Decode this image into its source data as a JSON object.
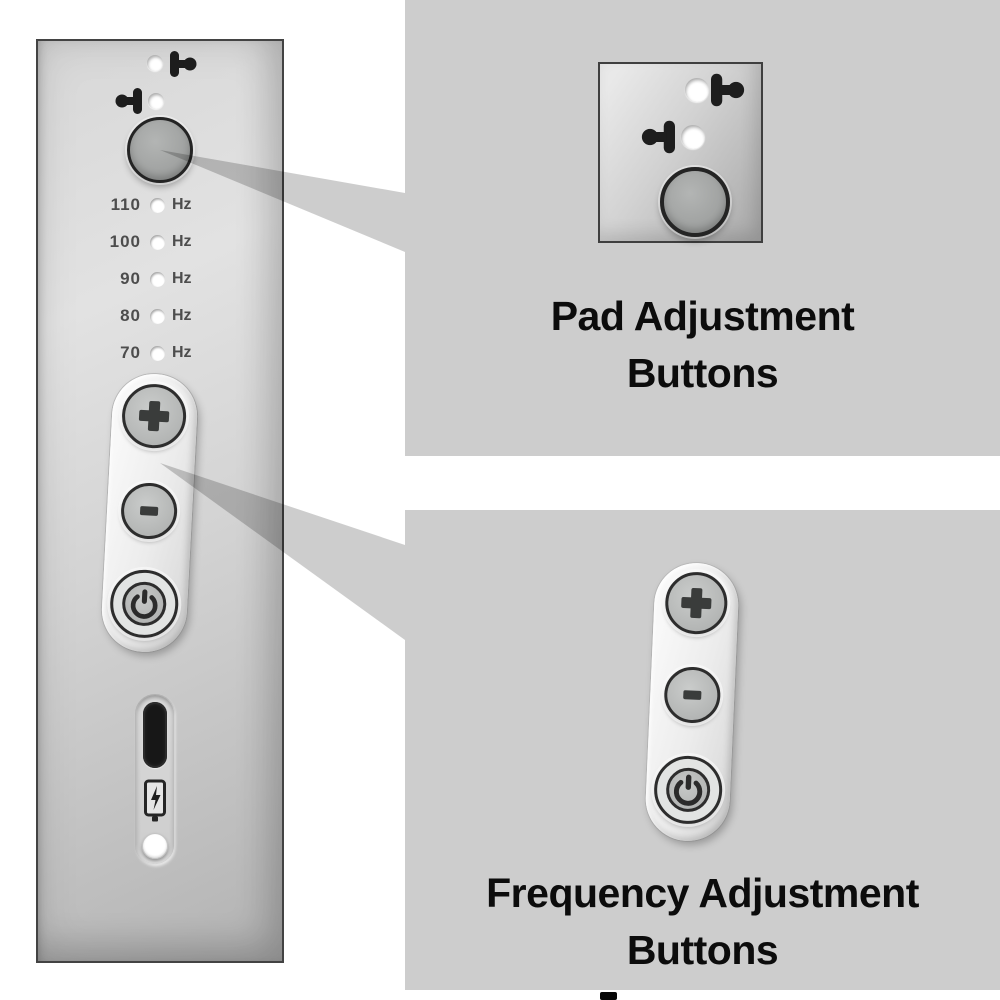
{
  "image_type": "annotated-product-diagram",
  "colors": {
    "page_bg": "#ffffff",
    "panel_bg": "#cdcdcd",
    "device_face": "#d6d6d6",
    "device_border": "#434343",
    "caption_text": "#0c0c0c",
    "frequency_label_text": "#4d4d4d",
    "button_ring": "#2d2d2d",
    "led": "#ffffff",
    "usb_port": "#171717"
  },
  "device": {
    "description": "handheld device control panel",
    "pad_indicators": [
      {
        "led": "indicator-led",
        "icon": "electrode-pad-right-icon"
      },
      {
        "icon": "electrode-pad-left-icon",
        "led": "indicator-led"
      }
    ],
    "pad_button_icon": "round-pad-button",
    "frequency_rows": [
      {
        "value": "110",
        "unit": "Hz"
      },
      {
        "value": "100",
        "unit": "Hz"
      },
      {
        "value": "90",
        "unit": "Hz"
      },
      {
        "value": "80",
        "unit": "Hz"
      },
      {
        "value": "70",
        "unit": "Hz"
      }
    ],
    "frequency_buttons": {
      "increase_icon": "plus-icon",
      "decrease_icon": "minus-icon",
      "power_icon": "power-icon"
    },
    "charging": {
      "port_icon": "usb-c-port",
      "indicator_icon": "battery-charging-icon",
      "led_icon": "charging-led"
    }
  },
  "callouts": {
    "pad": {
      "line1": "Pad Adjustment",
      "line2": "Buttons"
    },
    "frequency": {
      "line1": "Frequency Adjustment",
      "line2": "Buttons"
    }
  }
}
